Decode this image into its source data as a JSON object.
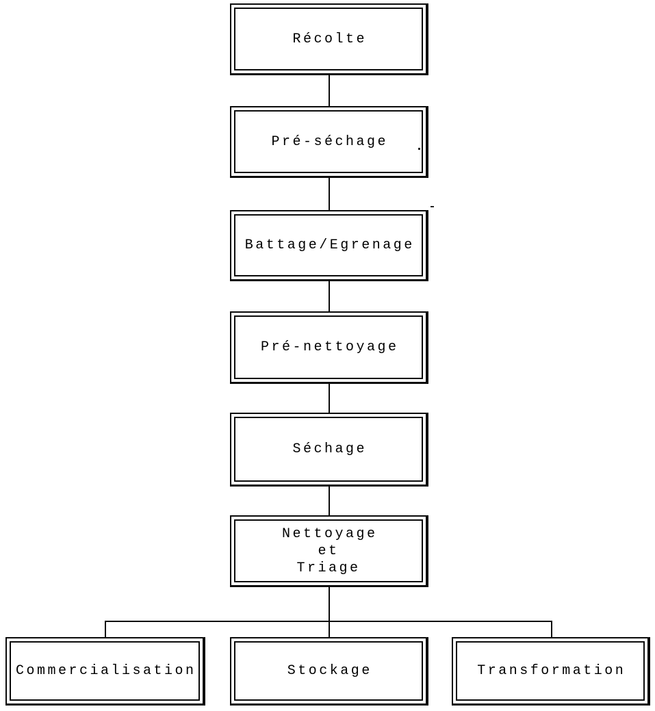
{
  "diagram": {
    "type": "flowchart",
    "background_color": "#ffffff",
    "line_color": "#0a0a0a",
    "text_color": "#000000",
    "nodes": [
      {
        "id": "recolte",
        "label": "Récolte"
      },
      {
        "id": "pre-sechage",
        "label": "Pré-séchage"
      },
      {
        "id": "battage-egrenage",
        "label": "Battage/Egrenage"
      },
      {
        "id": "pre-nettoyage",
        "label": "Pré-nettoyage"
      },
      {
        "id": "sechage",
        "label": "Séchage"
      },
      {
        "id": "nettoyage-et-triage",
        "label": "Nettoyage\net\nTriage"
      },
      {
        "id": "commercialisation",
        "label": "Commercialisation"
      },
      {
        "id": "stockage",
        "label": "Stockage"
      },
      {
        "id": "transformation",
        "label": "Transformation"
      }
    ],
    "edges": [
      {
        "from": "Récolte",
        "to": "Pré-séchage"
      },
      {
        "from": "Pré-séchage",
        "to": "Battage/Egrenage"
      },
      {
        "from": "Battage/Egrenage",
        "to": "Pré-nettoyage"
      },
      {
        "from": "Pré-nettoyage",
        "to": "Séchage"
      },
      {
        "from": "Séchage",
        "to": "Nettoyage et Triage"
      },
      {
        "from": "Nettoyage et Triage",
        "to": "Commercialisation"
      },
      {
        "from": "Nettoyage et Triage",
        "to": "Stockage"
      },
      {
        "from": "Nettoyage et Triage",
        "to": "Transformation"
      }
    ]
  }
}
